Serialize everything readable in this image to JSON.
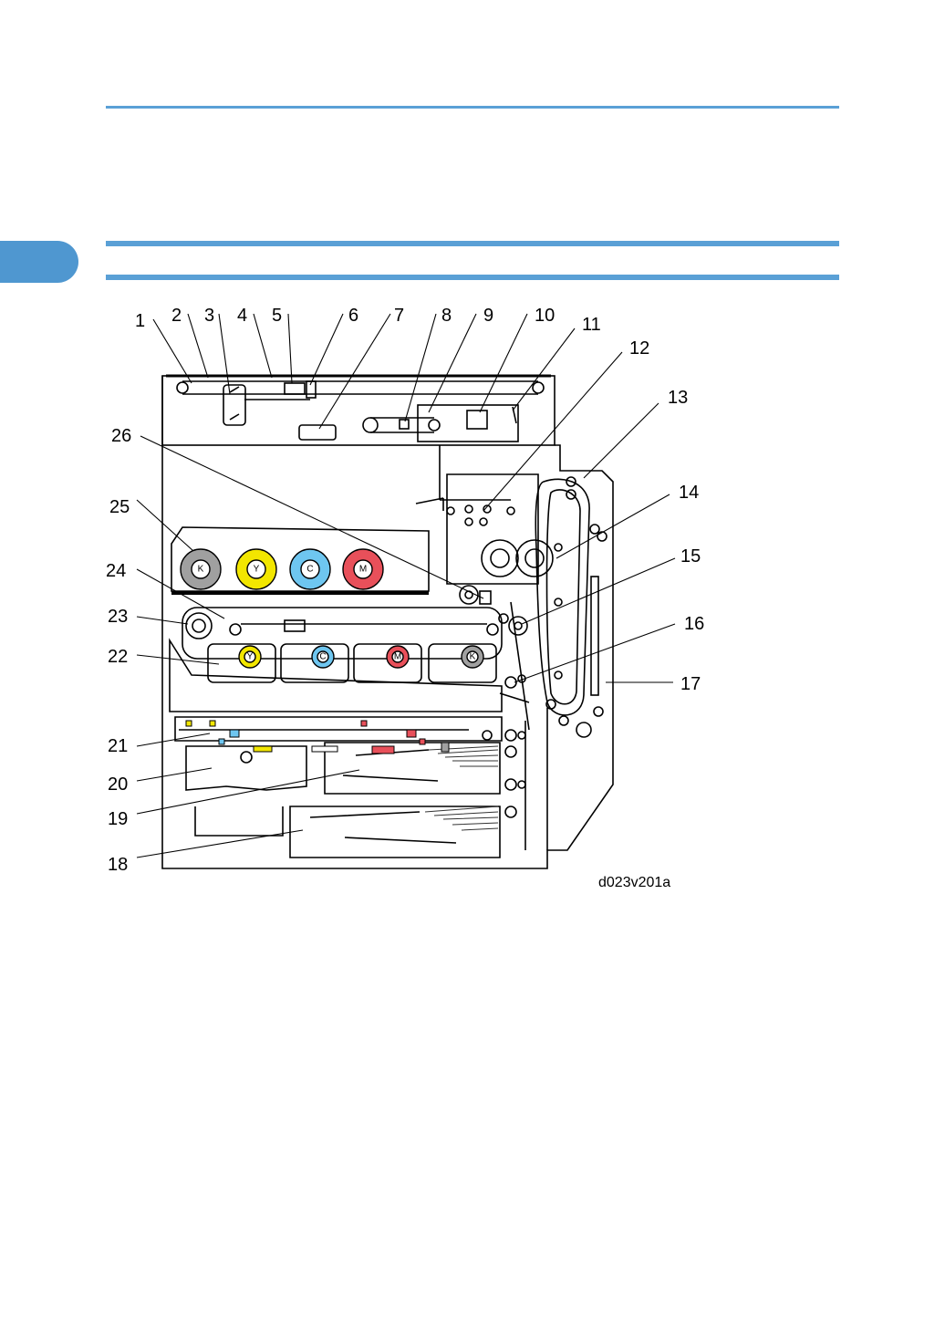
{
  "header": {
    "accent_color": "#5aa0d6",
    "chapter_tab_color": "#4f97d0"
  },
  "figure": {
    "caption": "d023v201a",
    "callouts": [
      "1",
      "2",
      "3",
      "4",
      "5",
      "6",
      "7",
      "8",
      "9",
      "10",
      "11",
      "12",
      "13",
      "14",
      "15",
      "16",
      "17",
      "18",
      "19",
      "20",
      "21",
      "22",
      "23",
      "24",
      "25",
      "26"
    ],
    "toner_bottles": [
      {
        "letter": "K",
        "color": "#a0a0a0"
      },
      {
        "letter": "Y",
        "color": "#f2e600"
      },
      {
        "letter": "C",
        "color": "#6ec6f0"
      },
      {
        "letter": "M",
        "color": "#e8505a"
      }
    ],
    "pcu_units": [
      {
        "letter": "Y",
        "color": "#f2e600"
      },
      {
        "letter": "C",
        "color": "#6ec6f0"
      },
      {
        "letter": "M",
        "color": "#e8505a"
      },
      {
        "letter": "K",
        "color": "#a0a0a0"
      }
    ]
  }
}
